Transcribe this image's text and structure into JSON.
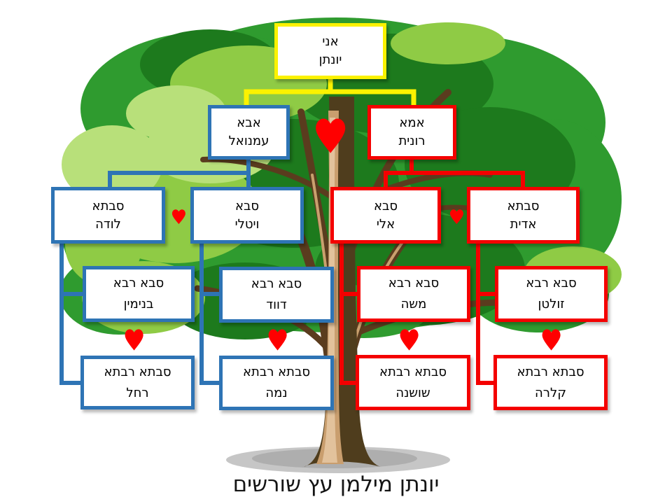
{
  "caption": "יונתן מילמן עץ שורשים",
  "colors": {
    "self_border": "#FBF200",
    "father_side_border": "#2E74B5",
    "mother_side_border": "#F40000",
    "heart": "#FF0000",
    "box_fill": "#FFFFFF",
    "text": "#000000",
    "canopy_mid_green": "#2F9B2F",
    "canopy_dark_green": "#1D7A1D",
    "canopy_light_green": "#8FCB45",
    "trunk_brown": "#4F3D1D",
    "shadow_gray": "#B3B3B3"
  },
  "family": {
    "self": {
      "line1": "אני",
      "line2": "יונתן"
    },
    "father": {
      "line1": "אבא",
      "line2": "עמנואל"
    },
    "mother": {
      "line1": "אמא",
      "line2": "רונית"
    },
    "paternal_grandmother": {
      "line1": "סבתא",
      "line2": "לודה"
    },
    "paternal_grandfather": {
      "line1": "סבא",
      "line2": "ויטלי"
    },
    "maternal_grandfather": {
      "line1": "סבא",
      "line2": "אלי"
    },
    "maternal_grandmother": {
      "line1": "סבתא",
      "line2": "אדית"
    },
    "great_grandfather_binyamin": {
      "line1": "סבא רבא",
      "line2": "בנימין"
    },
    "great_grandfather_david": {
      "line1": "סבא רבא",
      "line2": "דווד"
    },
    "great_grandfather_moshe": {
      "line1": "סבא רבא",
      "line2": "משה"
    },
    "great_grandfather_zoltan": {
      "line1": "סבא רבא",
      "line2": "זולטן"
    },
    "great_grandmother_rachel": {
      "line1": "סבתא רבתא",
      "line2": "רחל"
    },
    "great_grandmother_nema": {
      "line1": "סבתא רבתא",
      "line2": "נמה"
    },
    "great_grandmother_shoshana": {
      "line1": "סבתא רבתא",
      "line2": "שושנה"
    },
    "great_grandmother_clara": {
      "line1": "סבתא רבתא",
      "line2": "קלרה"
    }
  }
}
